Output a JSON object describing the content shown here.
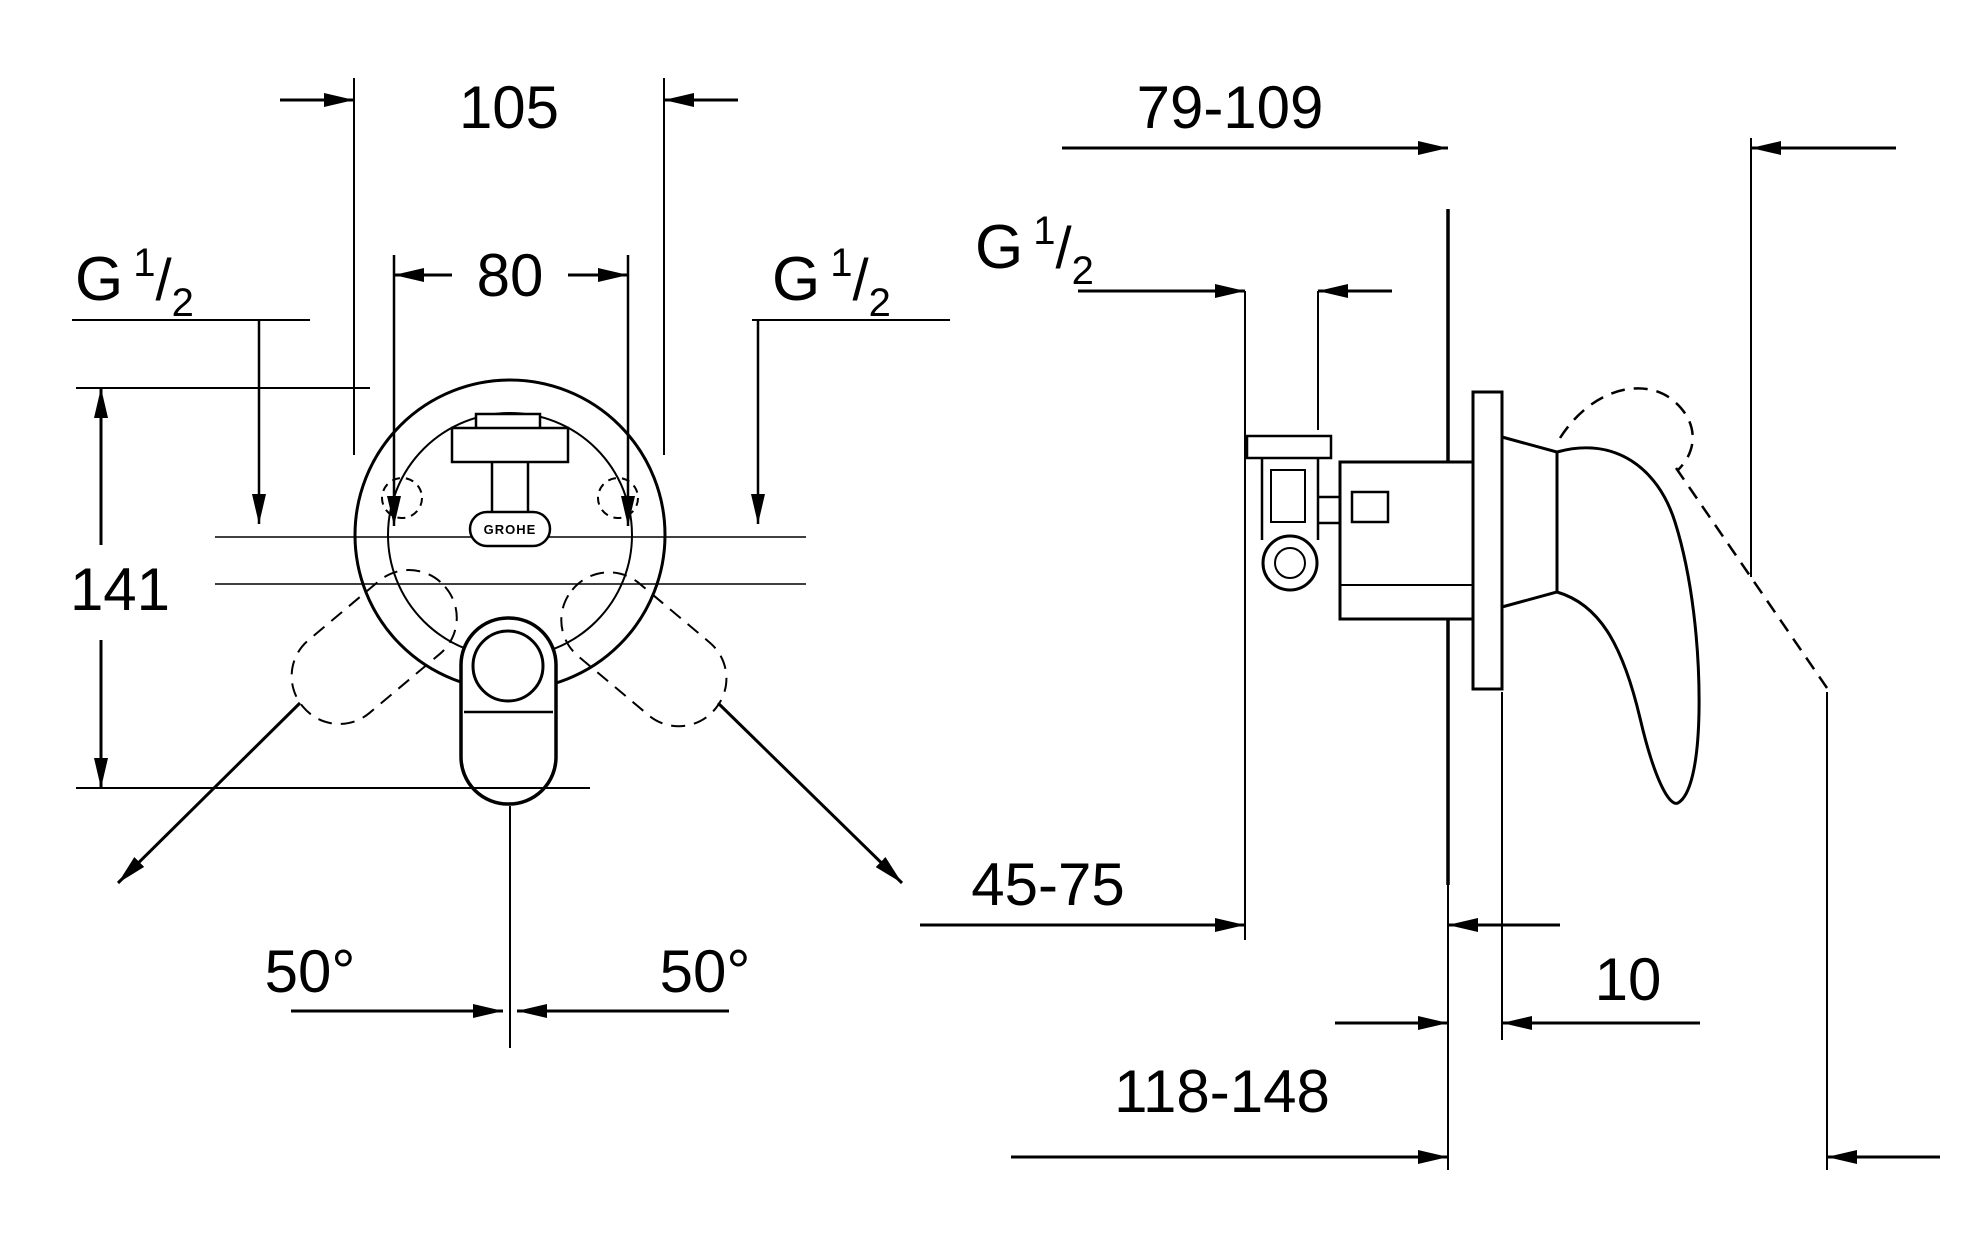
{
  "page": {
    "background_color": "#ffffff",
    "line_color": "#000000"
  },
  "front_view": {
    "dim_width_overall": "105",
    "dim_port_spacing": "80",
    "dim_height": "141",
    "dim_swing_left": "50°",
    "dim_swing_right": "50°",
    "logo": "GROHE"
  },
  "side_view": {
    "dim_depth_range": "79-109",
    "dim_inlet_depth_range": "45-75",
    "dim_wall_offset": "10",
    "dim_total_depth_range": "118-148"
  },
  "thread_label": {
    "prefix": "G",
    "numerator": "1",
    "slash": "/",
    "denominator": "2"
  }
}
